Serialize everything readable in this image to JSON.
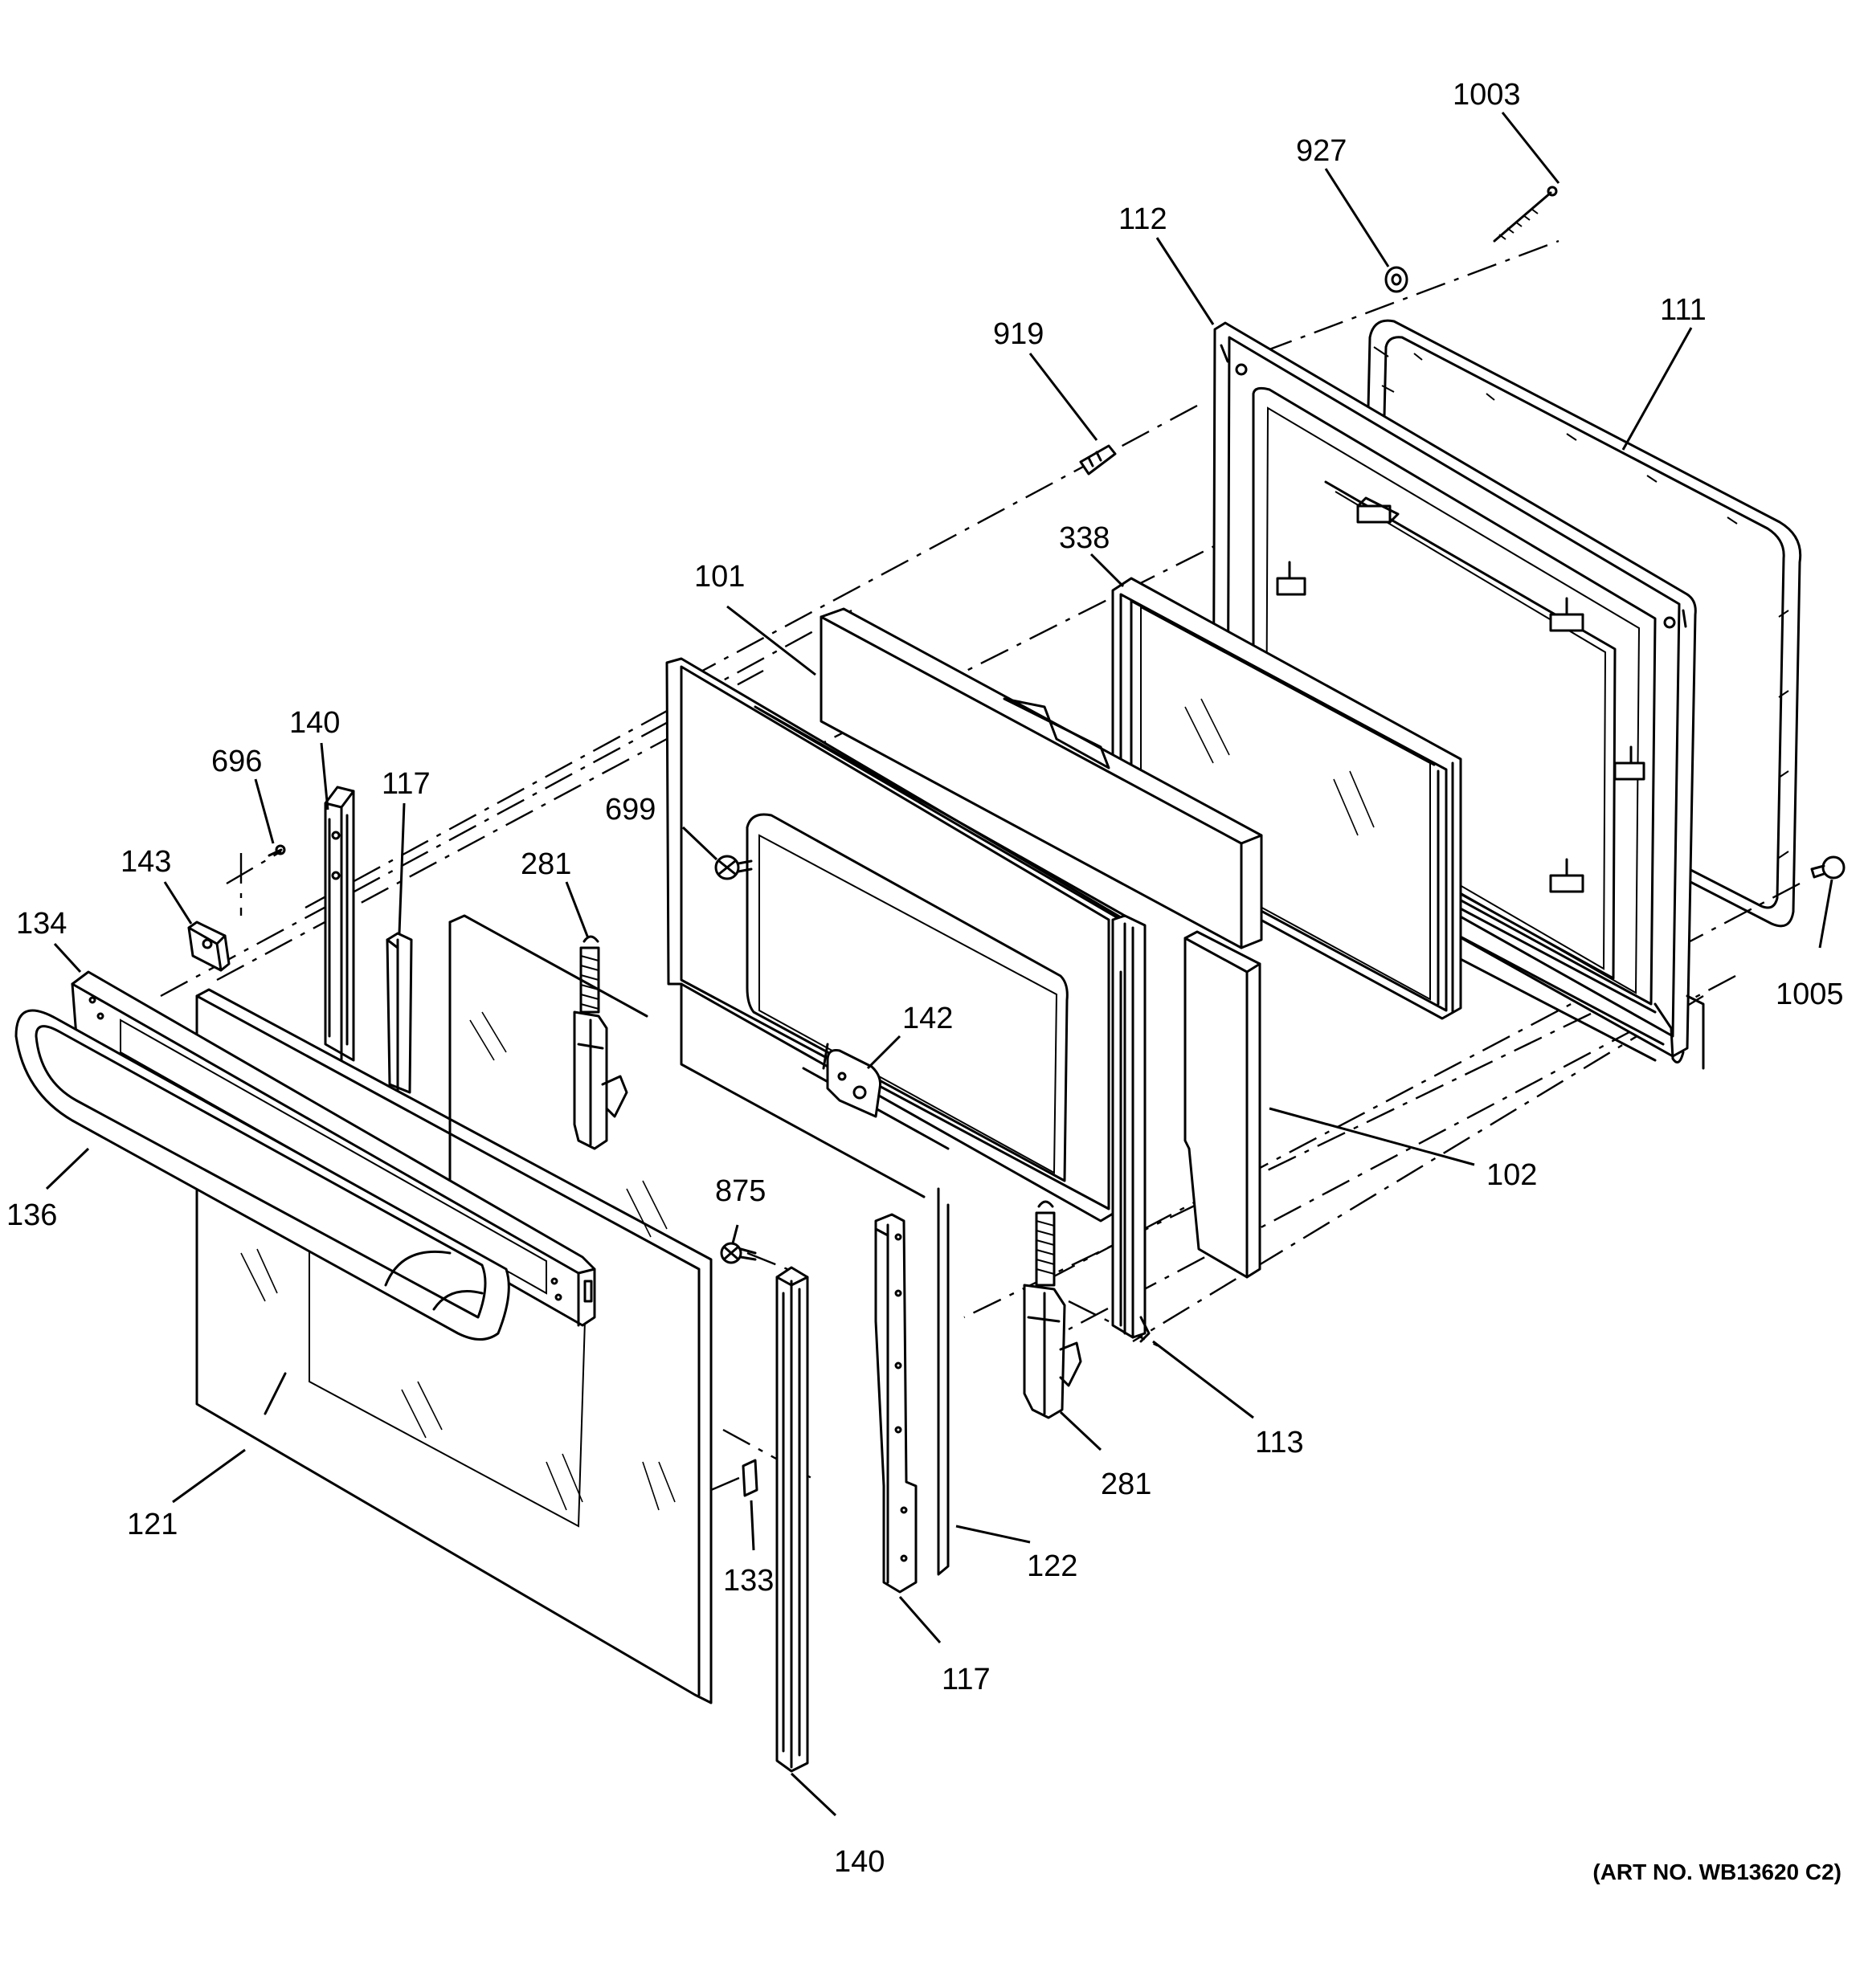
{
  "art_number": "(ART NO. WB13620 C2)",
  "labels": [
    {
      "id": "1003",
      "text": "1003"
    },
    {
      "id": "927",
      "text": "927"
    },
    {
      "id": "112",
      "text": "112"
    },
    {
      "id": "111",
      "text": "111"
    },
    {
      "id": "919",
      "text": "919"
    },
    {
      "id": "338",
      "text": "338"
    },
    {
      "id": "101",
      "text": "101"
    },
    {
      "id": "140a",
      "text": "140"
    },
    {
      "id": "696",
      "text": "696"
    },
    {
      "id": "117a",
      "text": "117"
    },
    {
      "id": "699",
      "text": "699"
    },
    {
      "id": "281a",
      "text": "281"
    },
    {
      "id": "143",
      "text": "143"
    },
    {
      "id": "134",
      "text": "134"
    },
    {
      "id": "142",
      "text": "142"
    },
    {
      "id": "1005",
      "text": "1005"
    },
    {
      "id": "102",
      "text": "102"
    },
    {
      "id": "136",
      "text": "136"
    },
    {
      "id": "875",
      "text": "875"
    },
    {
      "id": "113",
      "text": "113"
    },
    {
      "id": "281b",
      "text": "281"
    },
    {
      "id": "121",
      "text": "121"
    },
    {
      "id": "122",
      "text": "122"
    },
    {
      "id": "133",
      "text": "133"
    },
    {
      "id": "117b",
      "text": "117"
    },
    {
      "id": "140b",
      "text": "140"
    }
  ]
}
